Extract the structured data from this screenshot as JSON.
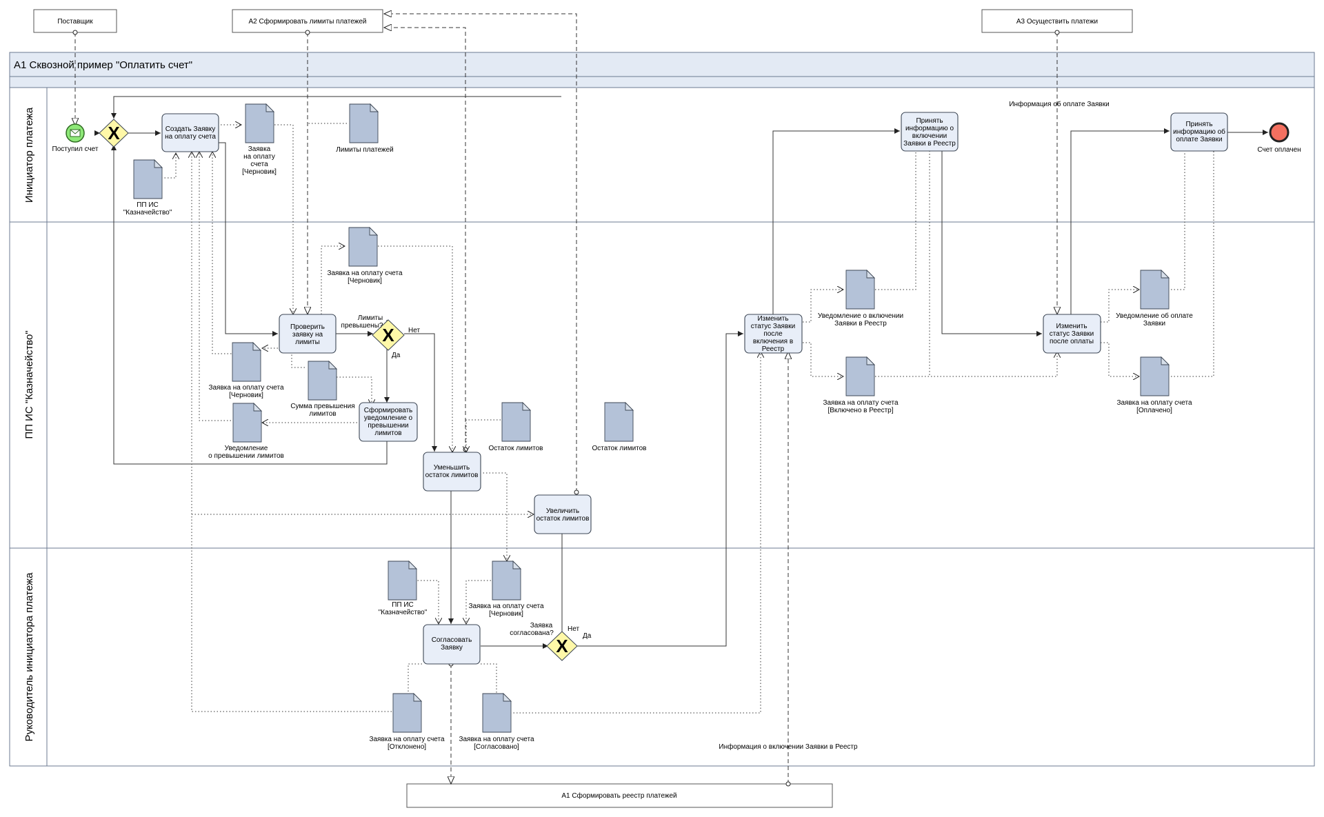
{
  "external": {
    "supplier": "Поставщик",
    "a2": "А2 Сформировать лимиты платежей",
    "a3": "А3 Осуществить платежи",
    "a1_bottom": "А1 Сформировать реестр платежей"
  },
  "pool": {
    "title": "А1 Сквозной пример \"Оплатить счет\""
  },
  "lanes": {
    "initiator": "Инициатор платежа",
    "treasury": "ПП ИС \"Казначейство\"",
    "manager": "Руководитель инициатора платежа"
  },
  "events": {
    "start": "Поступил счет",
    "end": "Счет оплачен"
  },
  "tasks": {
    "create": [
      "Создать Заявку",
      "на оплату счета"
    ],
    "check": [
      "Проверить",
      "заявку на",
      "лимиты"
    ],
    "notify": [
      "Сформировать",
      "уведомление о",
      "превышении",
      "лимитов"
    ],
    "decrease": [
      "Уменьшить",
      "остаток лимитов"
    ],
    "increase": [
      "Увеличить",
      "остаток лимитов"
    ],
    "approve": [
      "Согласовать",
      "Заявку"
    ],
    "status_registry": [
      "Изменить",
      "статус Заявки",
      "после",
      "включения в",
      "Реестр"
    ],
    "accept_registry": [
      "Принять",
      "информацию о",
      "включении",
      "Заявки в Реестр"
    ],
    "status_paid": [
      "Изменить",
      "статус Заявки",
      "после оплаты"
    ],
    "accept_paid": [
      "Принять",
      "информацию об",
      "оплате Заявки"
    ]
  },
  "gateways": {
    "limits_q": [
      "Лимиты",
      "превышены?"
    ],
    "no": "Нет",
    "yes": "Да",
    "approved_q": [
      "Заявка",
      "согласована?"
    ]
  },
  "docs": {
    "pp_is_top": [
      "ПП ИС",
      "\"Казначейство\""
    ],
    "draft_top": [
      "Заявка",
      "на оплату",
      "счета",
      "[Черновик]"
    ],
    "limits": "Лимиты платежей",
    "draft_treasury_top": [
      "Заявка на оплату счета",
      "[Черновик]"
    ],
    "draft_treasury_left": [
      "Заявка на оплату счета",
      "[Черновик]"
    ],
    "excess_sum": [
      "Сумма превышения",
      "лимитов"
    ],
    "excess_notice": [
      "Уведомление",
      "о превышении лимитов"
    ],
    "remain_1": "Остаток лимитов",
    "remain_2": "Остаток лимитов",
    "pp_is_bottom": [
      "ПП ИС",
      "\"Казначейство\""
    ],
    "draft_manager": [
      "Заявка на оплату счета",
      "[Черновик]"
    ],
    "rejected": [
      "Заявка на оплату счета",
      "[Отклонено]"
    ],
    "approved": [
      "Заявка на оплату счета",
      "[Согласовано]"
    ],
    "notice_registry": [
      "Уведомление о включении",
      "Заявки в Реестр"
    ],
    "in_registry": [
      "Заявка на оплату счета",
      "[Включено в Реестр]"
    ],
    "notice_paid": [
      "Уведомление об оплате",
      "Заявки"
    ],
    "paid": [
      "Заявка на оплату счета",
      "[Оплачено]"
    ]
  },
  "flow_labels": {
    "payment_info": "Информация об оплате Заявки",
    "registry_info": "Информация о включении Заявки в Реестр"
  }
}
